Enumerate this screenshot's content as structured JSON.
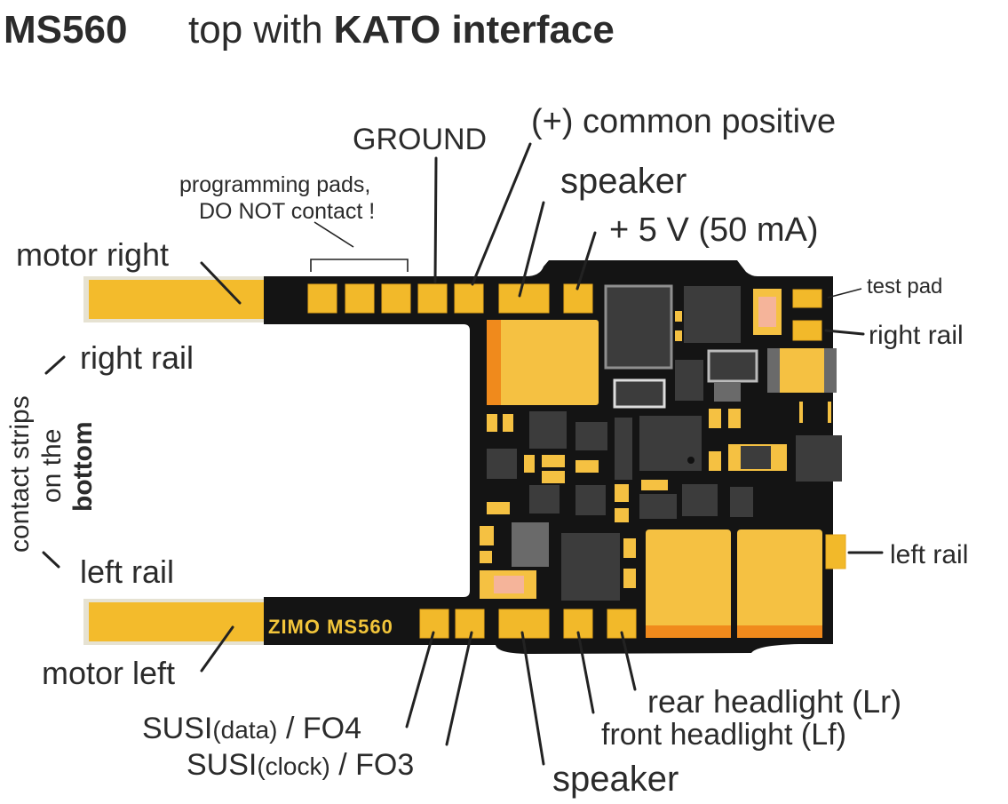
{
  "title": {
    "model": "MS560",
    "subtitle_prefix": "top with",
    "subtitle_bold": "KATO interface"
  },
  "colors": {
    "pcb": "#141414",
    "pad_gold": "#f2b92a",
    "pad_border": "#e8a91c",
    "strip_gold": "#f3bb2c",
    "strip_backing": "#e6e2d2",
    "chip_dark": "#3c3c3c",
    "chip_mid": "#6a6a6a",
    "cap_gold": "#f5c142",
    "cap_orange": "#f08a1c",
    "resistor_peach": "#f5b49a",
    "text": "#2b2b2b",
    "silkscreen": "#f2c53a"
  },
  "board": {
    "silkscreen_text": "ZIMO MS560"
  },
  "labels": {
    "ground": "GROUND",
    "common_positive": "(+) common positive",
    "speaker_top": "speaker",
    "plus_5v": "+ 5 V (50 mA)",
    "programming_pads_line1": "programming pads,",
    "programming_pads_line2": "DO NOT contact !",
    "motor_right": "motor right",
    "test_pad": "test pad",
    "right_rail_board": "right rail",
    "right_rail_strip": "right rail",
    "contact_strips_line1": "contact strips",
    "contact_strips_line2": "on the",
    "contact_strips_line3": "bottom",
    "left_rail_strip": "left rail",
    "left_rail_board": "left rail",
    "motor_left": "motor left",
    "susi_data_prefix": "SUSI",
    "susi_data_paren": "(data)",
    "susi_data_suffix": " / FO4",
    "susi_clock_prefix": "SUSI",
    "susi_clock_paren": "(clock)",
    "susi_clock_suffix": " / FO3",
    "speaker_bottom": "speaker",
    "front_headlight": "front headlight (Lf)",
    "rear_headlight": "rear headlight (Lr)"
  }
}
